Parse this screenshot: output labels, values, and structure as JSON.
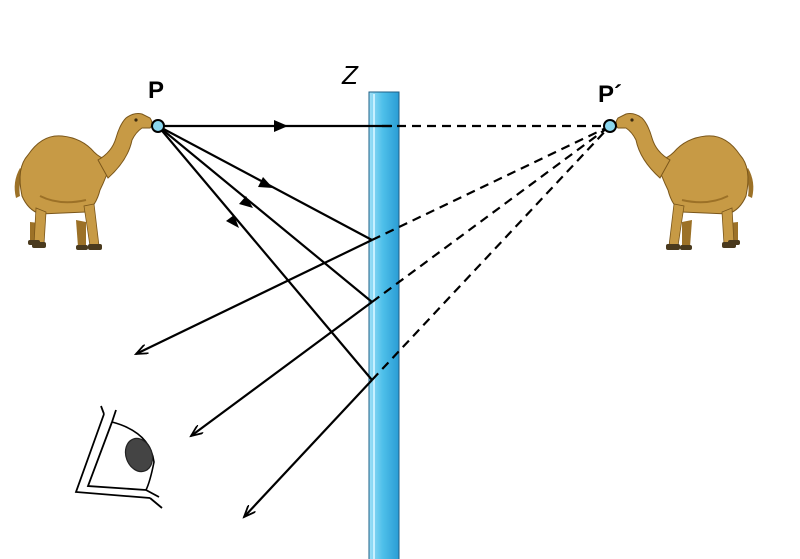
{
  "labels": {
    "object_point": "P",
    "image_point": "P´",
    "mirror": "Z"
  },
  "colors": {
    "mirror_fill": "#5ec8ee",
    "mirror_edge": "#1e5f86",
    "point_fill": "#8ad6ee",
    "camel_body": "#c79a45",
    "camel_shadow": "#9c7127",
    "camel_hoof": "#4a3a1e",
    "ray": "#000000"
  },
  "icons": {
    "object": "camel-icon",
    "image": "camel-mirrored-icon",
    "observer": "eye-icon"
  }
}
